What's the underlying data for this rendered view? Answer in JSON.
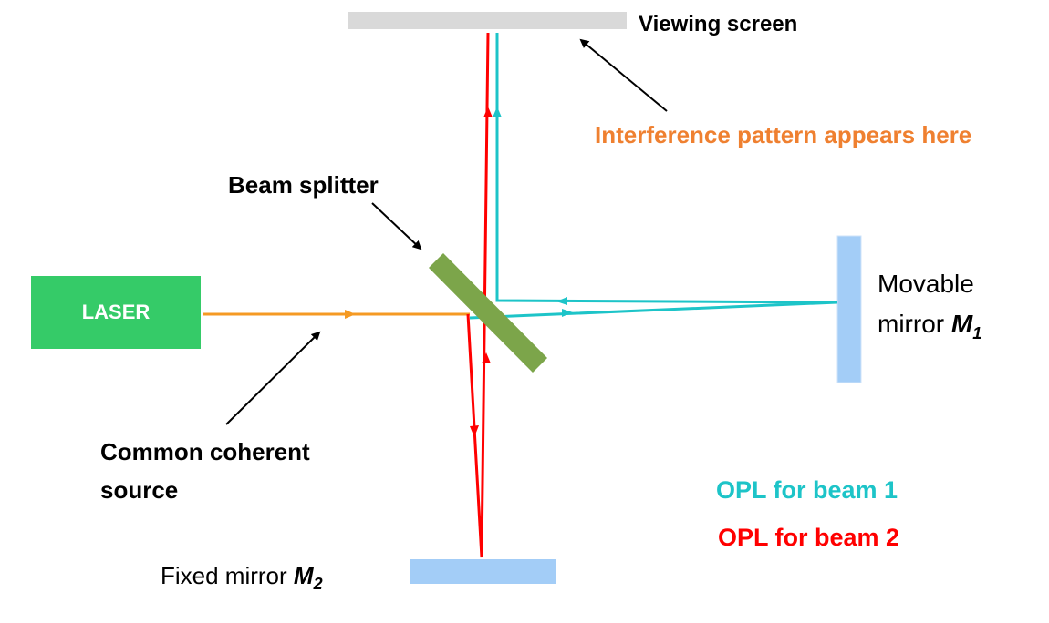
{
  "labels": {
    "viewing_screen": "Viewing screen",
    "interference": "Interference pattern appears here",
    "beam_splitter": "Beam splitter",
    "laser": "LASER",
    "source_line1": "Common coherent",
    "source_line2": "source",
    "movable_line1": "Movable",
    "movable_line2": "mirror",
    "m1": "M",
    "m1_sub": "1",
    "fixed_text": "Fixed mirror",
    "m2": "M",
    "m2_sub": "2",
    "opl1": "OPL for beam 1",
    "opl2": "OPL for beam 2"
  },
  "colors": {
    "laser_beam": "#f59a23",
    "beam1": "#1dc4c8",
    "beam2": "#ff0000",
    "interference_text": "#ef8030",
    "laser_box": "#35cb68",
    "splitter": "#7ca54a",
    "mirror": "#a3cdf7",
    "screen": "#d9d9d9"
  }
}
